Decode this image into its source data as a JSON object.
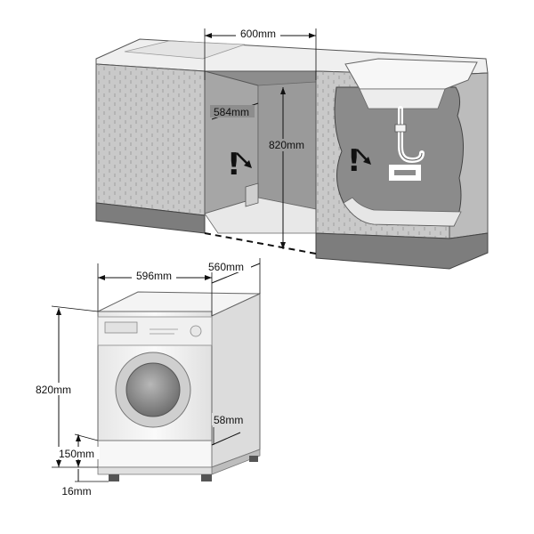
{
  "diagram": {
    "dimensions": {
      "niche_width": "600mm",
      "niche_depth": "584mm",
      "niche_height": "820mm",
      "machine_width": "596mm",
      "machine_depth": "560mm",
      "machine_height": "820mm",
      "kick_height": "150mm",
      "foot_height": "16mm",
      "kick_depth": "58mm"
    },
    "warning_symbol": "!",
    "colors": {
      "cabinet_side": "#cfcfcf",
      "cabinet_front": "#b9b9b9",
      "counter_top": "#efefef",
      "plinth": "#7d7d7d",
      "niche_back": "#8d8d8d",
      "machine_body": "#f2f2f2",
      "machine_side": "#dcdcdc",
      "door_ring": "#bdbdbd",
      "door_glass": "#8a8a8a"
    }
  }
}
